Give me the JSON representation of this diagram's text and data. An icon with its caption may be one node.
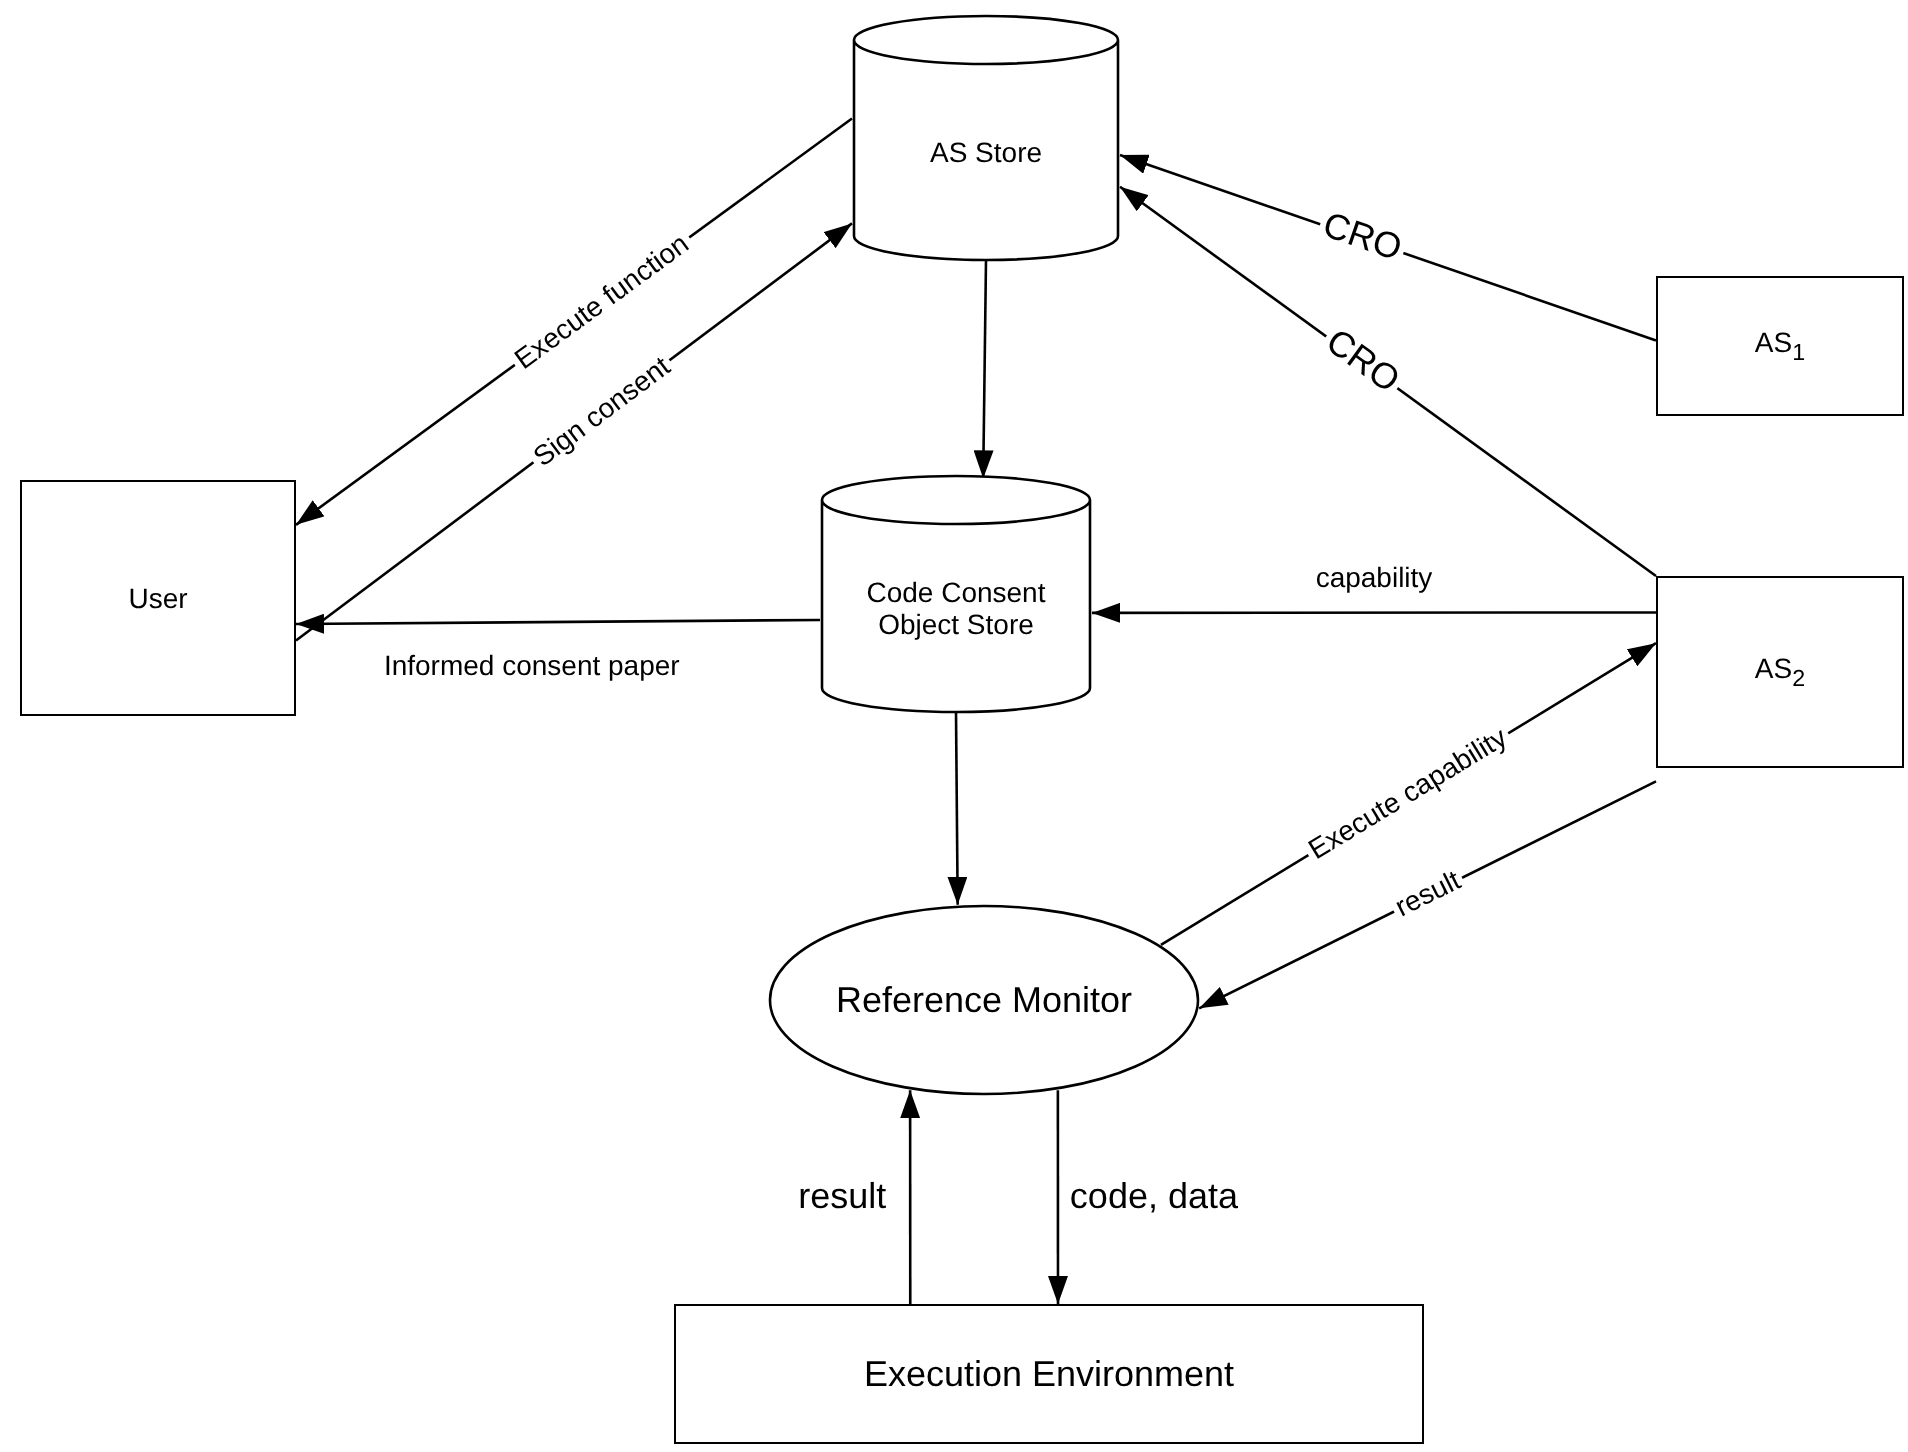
{
  "diagram": {
    "nodes": [
      {
        "text": [
          "AS Store"
        ]
      },
      {
        "text": [
          "User"
        ]
      },
      {
        "text": [
          "Code Consent Object Store"
        ]
      },
      {
        "text": [
          "AS$_{1}$"
        ]
      },
      {
        "text": [
          "AS$_{2}$"
        ]
      },
      {
        "text": [
          "Reference Monitor"
        ]
      },
      {
        "text": [
          "Execution Environment"
        ]
      }
    ],
    "edges": [
      {
        "from": 0,
        "to": 1,
        "arrow": "to",
        "label": "Execute function"
      },
      {
        "from": 1,
        "to": 0,
        "arrow": "to",
        "label": "Sign consent"
      },
      {
        "from": 3,
        "to": 0,
        "arrow": "to",
        "label": "CRO"
      },
      {
        "from": 4,
        "to": 0,
        "arrow": "to",
        "label": "CRO"
      },
      {
        "from": 0,
        "to": 2,
        "arrow": "to"
      },
      {
        "from": 4,
        "to": 2,
        "arrow": "to",
        "label": "capability"
      },
      {
        "from": 2,
        "to": 1,
        "arrow": "to",
        "label": "Informed consent paper"
      },
      {
        "from": 2,
        "to": 5,
        "arrow": "to"
      },
      {
        "from": 5,
        "to": 4,
        "arrow": "to",
        "label": "Execute capability"
      },
      {
        "from": 4,
        "to": 5,
        "arrow": "to",
        "label": "result"
      },
      {
        "from": 5,
        "to": 6,
        "arrow": "to",
        "label": "code, data"
      },
      {
        "from": 6,
        "to": 5,
        "arrow": "to",
        "label": "result"
      }
    ]
  }
}
